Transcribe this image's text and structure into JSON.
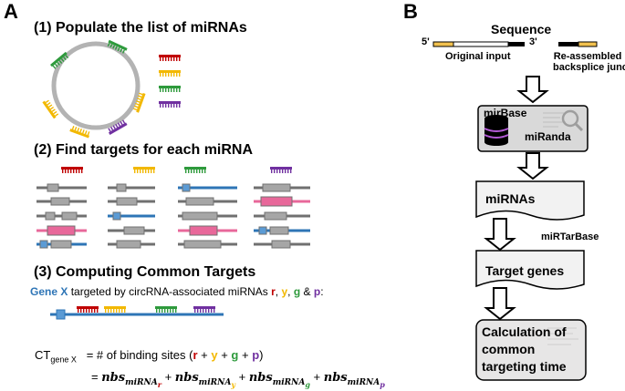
{
  "colors": {
    "red": "#c00000",
    "yellow": "#f2b800",
    "green": "#2e9a3c",
    "purple": "#7030a0",
    "blue": "#2e75b6",
    "pink": "#e8689a",
    "gray": "#a6a6a6",
    "darkgray": "#707070"
  },
  "panel_a": {
    "label": "A",
    "step1": "(1) Populate the list of miRNAs",
    "step2": "(2) Find targets for each miRNA",
    "step3": "(3) Computing Common Targets",
    "gene_x": "Gene X",
    "targeted_by": "targeted by circRNA-associated miRNAs",
    "letters": {
      "r": "r",
      "y": "y",
      "g": "g",
      "p": "p"
    },
    "comma": ",",
    "amp": "&",
    "colon": ":",
    "ct": "CT",
    "ct_sub": "gene X",
    "eq_text": "= # of binding sites (",
    "plus": "+",
    "close": ")",
    "eq2": "=",
    "nbs": "nbs",
    "mirna": "miRNA"
  },
  "panel_b": {
    "label": "B",
    "sequence": "Sequence",
    "five_prime": "5'",
    "three_prime": "3'",
    "original_input": "Original input",
    "reassembled": "Re-assembled",
    "backsplice": "backsplice junction",
    "mirbase": "mirBase",
    "miranda": "miRanda",
    "mirnas": "miRNAs",
    "mirtarbase": "miRTarBase",
    "target_genes": "Target genes",
    "calc_line1": "Calculation of",
    "calc_line2": "common",
    "calc_line3": "targeting time"
  }
}
